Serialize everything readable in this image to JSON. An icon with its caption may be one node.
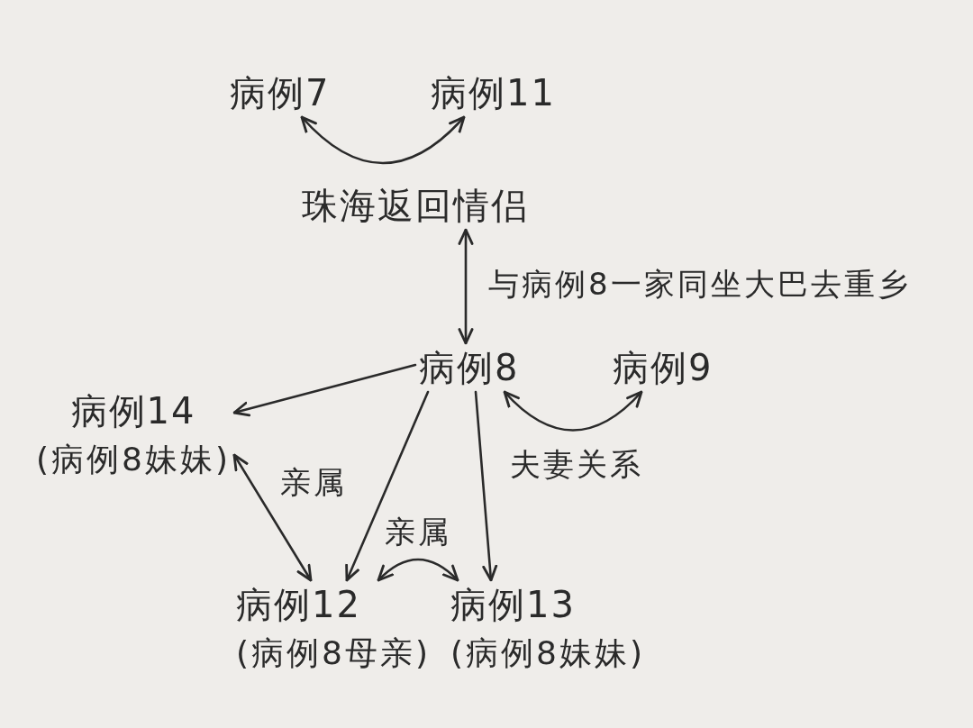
{
  "diagram": {
    "nodes": [
      {
        "text": [
          "病例7"
        ]
      },
      {
        "text": [
          "病例11"
        ]
      },
      {
        "text": [
          "珠海返回情侣"
        ]
      },
      {
        "text": [
          "病例8"
        ]
      },
      {
        "text": [
          "病例9"
        ]
      },
      {
        "text": [
          "病例14"
        ],
        "beside": [
          "(病例8妹妹)"
        ]
      },
      {
        "text": [
          "病例12"
        ],
        "beside": [
          "(病例8母亲)"
        ]
      },
      {
        "text": [
          "病例13"
        ],
        "beside": [
          "(病例8妹妹)"
        ]
      }
    ],
    "edges": [
      {
        "from": 0,
        "to": 1,
        "arrow": "both"
      },
      {
        "from": 2,
        "to": 3,
        "arrow": "both",
        "label": "与病例8一家同坐大巴去重乡"
      },
      {
        "from": 3,
        "to": 5,
        "arrow": "to"
      },
      {
        "from": 5,
        "to": 6,
        "arrow": "both",
        "label": "亲属"
      },
      {
        "from": 3,
        "to": 6,
        "arrow": "to"
      },
      {
        "from": 3,
        "to": 7,
        "arrow": "to"
      },
      {
        "from": 6,
        "to": 7,
        "arrow": "both",
        "label": "亲属"
      },
      {
        "from": 3,
        "to": 4,
        "arrow": "both",
        "label": "夫妻关系"
      }
    ]
  }
}
